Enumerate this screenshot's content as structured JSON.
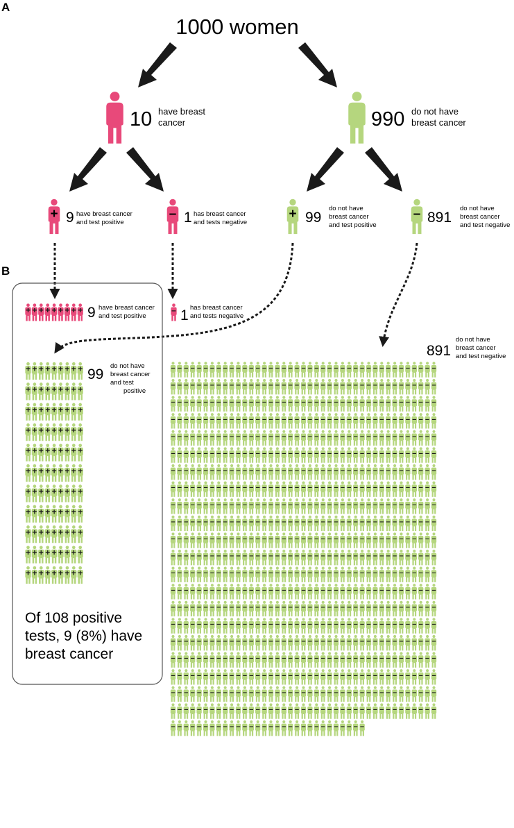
{
  "panel_a": {
    "letter": "A",
    "root": "1000 women",
    "level1": [
      {
        "number": "10",
        "text_lines": [
          "have breast",
          "cancer"
        ],
        "color": "#e8497a"
      },
      {
        "number": "990",
        "text_lines": [
          "do not have",
          "breast cancer"
        ],
        "color": "#b5d67e"
      }
    ],
    "level2": [
      {
        "number": "9",
        "text_lines": [
          "have breast cancer",
          "and test positive"
        ],
        "sign": "+",
        "color": "#e8497a"
      },
      {
        "number": "1",
        "text_lines": [
          "has breast cancer",
          "and tests negative"
        ],
        "sign": "-",
        "color": "#e8497a"
      },
      {
        "number": "99",
        "text_lines": [
          "do not have",
          "breast cancer",
          "and test positive"
        ],
        "sign": "+",
        "color": "#b5d67e"
      },
      {
        "number": "891",
        "text_lines": [
          "do not have",
          "breast cancer",
          "and test negative"
        ],
        "sign": "-",
        "color": "#b5d67e"
      }
    ]
  },
  "panel_b": {
    "letter": "B",
    "groups": [
      {
        "number": "9",
        "text_lines": [
          "have breast cancer",
          "and test positive"
        ],
        "count": 9,
        "sign": "+",
        "color": "#e8497a"
      },
      {
        "number": "1",
        "text_lines": [
          "has breast cancer",
          "and tests negative"
        ],
        "count": 1,
        "sign": "-",
        "color": "#e8497a"
      },
      {
        "number": "99",
        "text_lines": [
          "do not have",
          "breast cancer",
          "and test",
          "positive"
        ],
        "count": 99,
        "sign": "+",
        "color": "#b5d67e"
      },
      {
        "number": "891",
        "text_lines": [
          "do not have",
          "breast cancer",
          "and test negative"
        ],
        "count": 891,
        "sign": "-",
        "color": "#b5d67e"
      }
    ],
    "summary_lines": [
      "Of 108 positive",
      "tests, 9 (8%) have",
      "breast cancer"
    ]
  },
  "colors": {
    "cancer": "#e8497a",
    "no_cancer": "#b5d67e",
    "arrow": "#1a1a1a",
    "box_border": "#555555"
  }
}
